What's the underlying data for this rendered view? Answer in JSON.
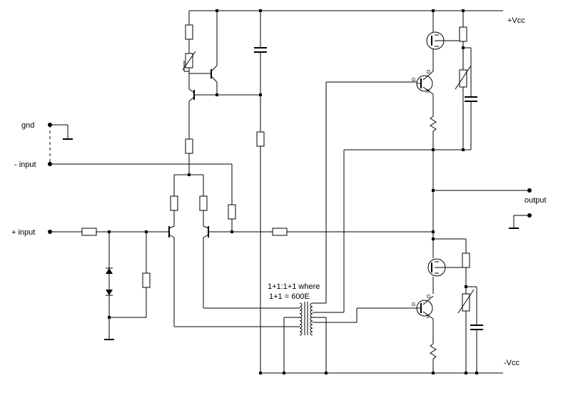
{
  "labels": {
    "gnd": "gnd",
    "neg_input": "- input",
    "pos_input": "+ input",
    "output": "output",
    "vcc_pos": "+Vcc",
    "vcc_neg": "-Vcc",
    "transformer_line1": "1+1:1+1 where",
    "transformer_line2": "1+1 = 600E"
  },
  "pin_labels": {
    "upper_fet_g": "G",
    "upper_fet_s": "S",
    "upper_fet_d": "D",
    "lower_fet_g": "G",
    "lower_fet_s": "S",
    "lower_fet_d": "D"
  }
}
